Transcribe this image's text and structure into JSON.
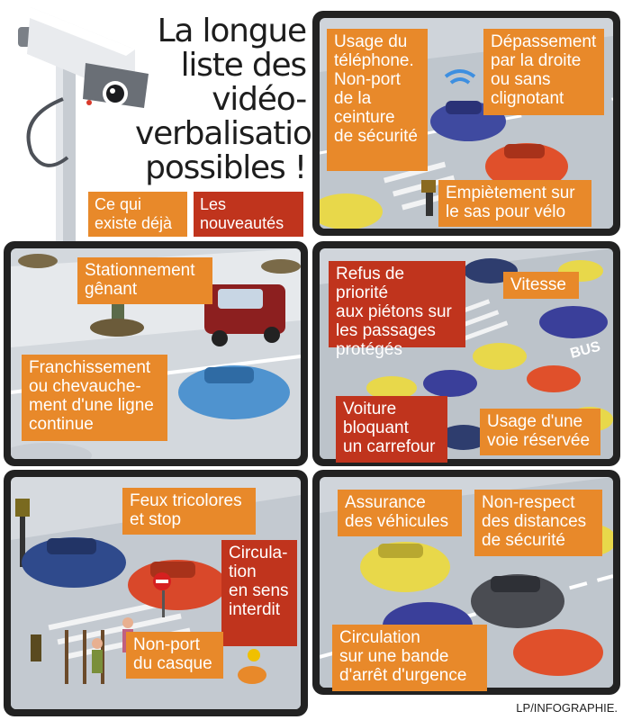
{
  "header": {
    "title_lines": [
      "La longue",
      "liste des",
      "vidéo-",
      "verbalisations",
      "possibles !"
    ]
  },
  "legend": {
    "existing": {
      "line1": "Ce qui",
      "line2": "existe déjà",
      "color": "#e8892a"
    },
    "new": {
      "line1": "Les",
      "line2": "nouveautés",
      "color": "#c0341d"
    }
  },
  "colors": {
    "orange": "#e8892a",
    "red": "#c0341d",
    "frame": "#222222",
    "road": "#c9cfd6"
  },
  "panels": {
    "p1": {
      "phone": {
        "lines": [
          "Usage du",
          "téléphone.",
          "Non-port",
          "de la",
          "ceinture",
          "de sécurité"
        ],
        "kind": "existing"
      },
      "overtake": {
        "lines": [
          "Dépassement",
          "par la droite",
          "ou sans",
          "clignotant"
        ],
        "kind": "existing"
      },
      "bikebox": {
        "lines": [
          "Empiètement sur",
          "le sas pour vélo"
        ],
        "kind": "existing"
      }
    },
    "p2": {
      "parking": {
        "lines": [
          "Stationnement",
          "gênant"
        ],
        "kind": "existing"
      },
      "line": {
        "lines": [
          "Franchissement",
          "ou chevauche-",
          "ment d'une ligne",
          "continue"
        ],
        "kind": "existing"
      }
    },
    "p3": {
      "priority": {
        "lines": [
          "Refus de priorité",
          "aux piétons sur",
          "les passages",
          "protégés"
        ],
        "kind": "new"
      },
      "speed": {
        "lines": [
          "Vitesse"
        ],
        "kind": "existing"
      },
      "blocked": {
        "lines": [
          "Voiture",
          "bloquant",
          "un carrefour"
        ],
        "kind": "new"
      },
      "lane": {
        "lines": [
          "Usage d'une",
          "voie réservée"
        ],
        "kind": "existing"
      },
      "bus_text": "BUS"
    },
    "p4": {
      "lights": {
        "lines": [
          "Feux tricolores",
          "et stop"
        ],
        "kind": "existing"
      },
      "wrongway": {
        "lines": [
          "Circula-",
          "tion",
          "en sens",
          "interdit"
        ],
        "kind": "new"
      },
      "helmet": {
        "lines": [
          "Non-port",
          "du casque"
        ],
        "kind": "existing"
      }
    },
    "p5": {
      "insurance": {
        "lines": [
          "Assurance",
          "des véhicules"
        ],
        "kind": "new"
      },
      "distance": {
        "lines": [
          "Non-respect",
          "des distances",
          "de sécurité"
        ],
        "kind": "new"
      },
      "shoulder": {
        "lines": [
          "Circulation",
          "sur une bande",
          "d'arrêt d'urgence"
        ],
        "kind": "new"
      }
    }
  },
  "credit": "LP/INFOGRAPHIE."
}
